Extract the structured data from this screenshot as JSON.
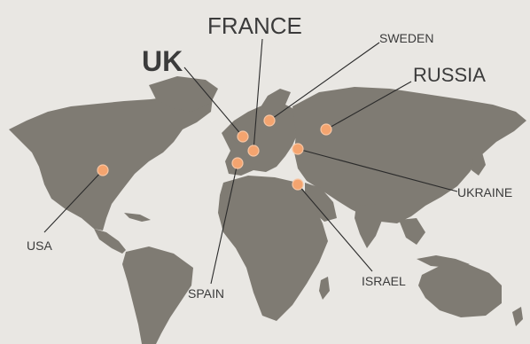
{
  "map": {
    "colors": {
      "background": "#e9e7e3",
      "land": "#7f7b73",
      "marker": "#f4a46f",
      "leader_line": "#2b2b2b",
      "label_text": "#3b3b3b"
    },
    "locations": [
      {
        "id": "uk",
        "label": "UK",
        "emphasis": "bold-large"
      },
      {
        "id": "france",
        "label": "FRANCE",
        "emphasis": "large"
      },
      {
        "id": "sweden",
        "label": "SWEDEN",
        "emphasis": "small"
      },
      {
        "id": "russia",
        "label": "RUSSIA",
        "emphasis": "large"
      },
      {
        "id": "ukraine",
        "label": "UKRAINE",
        "emphasis": "small"
      },
      {
        "id": "usa",
        "label": "USA",
        "emphasis": "small"
      },
      {
        "id": "spain",
        "label": "SPAIN",
        "emphasis": "small"
      },
      {
        "id": "israel",
        "label": "ISRAEL",
        "emphasis": "small"
      }
    ]
  }
}
